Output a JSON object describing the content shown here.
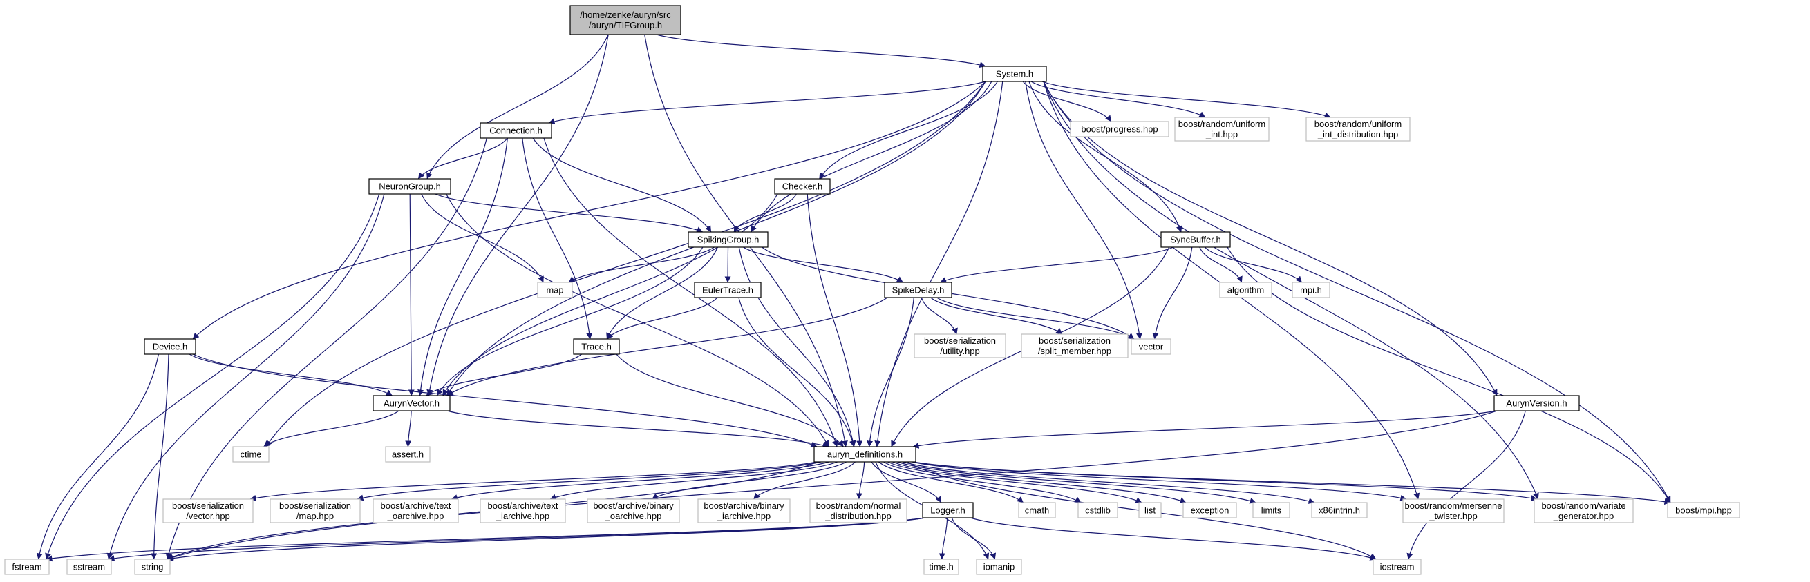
{
  "graph": {
    "colors": {
      "edge": "#191970",
      "root_fill": "#bfbfbf",
      "local_border": "#000000",
      "system_border": "#bfbfbf",
      "label": "#000000"
    },
    "nodes": [
      {
        "id": "root",
        "lines": [
          "/home/zenke/auryn/src",
          "/auryn/TIFGroup.h"
        ],
        "kind": "root"
      },
      {
        "id": "system",
        "lines": [
          "System.h"
        ],
        "kind": "local"
      },
      {
        "id": "connection",
        "lines": [
          "Connection.h"
        ],
        "kind": "local"
      },
      {
        "id": "neurongroup",
        "lines": [
          "NeuronGroup.h"
        ],
        "kind": "local"
      },
      {
        "id": "checker",
        "lines": [
          "Checker.h"
        ],
        "kind": "local"
      },
      {
        "id": "spikinggroup",
        "lines": [
          "SpikingGroup.h"
        ],
        "kind": "local"
      },
      {
        "id": "eulertrace",
        "lines": [
          "EulerTrace.h"
        ],
        "kind": "local"
      },
      {
        "id": "spikedelay",
        "lines": [
          "SpikeDelay.h"
        ],
        "kind": "local"
      },
      {
        "id": "syncbuffer",
        "lines": [
          "SyncBuffer.h"
        ],
        "kind": "local"
      },
      {
        "id": "device",
        "lines": [
          "Device.h"
        ],
        "kind": "local"
      },
      {
        "id": "trace",
        "lines": [
          "Trace.h"
        ],
        "kind": "local"
      },
      {
        "id": "aurynvector",
        "lines": [
          "AurynVector.h"
        ],
        "kind": "local"
      },
      {
        "id": "aurynversion",
        "lines": [
          "AurynVersion.h"
        ],
        "kind": "local"
      },
      {
        "id": "defs",
        "lines": [
          "auryn_definitions.h"
        ],
        "kind": "local"
      },
      {
        "id": "logger",
        "lines": [
          "Logger.h"
        ],
        "kind": "local"
      },
      {
        "id": "progress",
        "lines": [
          "boost/progress.hpp"
        ],
        "kind": "system"
      },
      {
        "id": "uniform_int",
        "lines": [
          "boost/random/uniform",
          "_int.hpp"
        ],
        "kind": "system"
      },
      {
        "id": "uniform_int_dist",
        "lines": [
          "boost/random/uniform",
          "_int_distribution.hpp"
        ],
        "kind": "system"
      },
      {
        "id": "map",
        "lines": [
          "map"
        ],
        "kind": "system"
      },
      {
        "id": "algorithm",
        "lines": [
          "algorithm"
        ],
        "kind": "system"
      },
      {
        "id": "mpih",
        "lines": [
          "mpi.h"
        ],
        "kind": "system"
      },
      {
        "id": "vector",
        "lines": [
          "vector"
        ],
        "kind": "system"
      },
      {
        "id": "ser_utility",
        "lines": [
          "boost/serialization",
          "/utility.hpp"
        ],
        "kind": "system"
      },
      {
        "id": "ser_split",
        "lines": [
          "boost/serialization",
          "/split_member.hpp"
        ],
        "kind": "system"
      },
      {
        "id": "ctime",
        "lines": [
          "ctime"
        ],
        "kind": "system"
      },
      {
        "id": "asserth",
        "lines": [
          "assert.h"
        ],
        "kind": "system"
      },
      {
        "id": "ser_vector",
        "lines": [
          "boost/serialization",
          "/vector.hpp"
        ],
        "kind": "system"
      },
      {
        "id": "ser_map",
        "lines": [
          "boost/serialization",
          "/map.hpp"
        ],
        "kind": "system"
      },
      {
        "id": "text_oarchive",
        "lines": [
          "boost/archive/text",
          "_oarchive.hpp"
        ],
        "kind": "system"
      },
      {
        "id": "text_iarchive",
        "lines": [
          "boost/archive/text",
          "_iarchive.hpp"
        ],
        "kind": "system"
      },
      {
        "id": "binary_oarchive",
        "lines": [
          "boost/archive/binary",
          "_oarchive.hpp"
        ],
        "kind": "system"
      },
      {
        "id": "binary_iarchive",
        "lines": [
          "boost/archive/binary",
          "_iarchive.hpp"
        ],
        "kind": "system"
      },
      {
        "id": "normal_dist",
        "lines": [
          "boost/random/normal",
          "_distribution.hpp"
        ],
        "kind": "system"
      },
      {
        "id": "cmath",
        "lines": [
          "cmath"
        ],
        "kind": "system"
      },
      {
        "id": "cstdlib",
        "lines": [
          "cstdlib"
        ],
        "kind": "system"
      },
      {
        "id": "list",
        "lines": [
          "list"
        ],
        "kind": "system"
      },
      {
        "id": "exception",
        "lines": [
          "exception"
        ],
        "kind": "system"
      },
      {
        "id": "limits",
        "lines": [
          "limits"
        ],
        "kind": "system"
      },
      {
        "id": "x86intrin",
        "lines": [
          "x86intrin.h"
        ],
        "kind": "system"
      },
      {
        "id": "mersenne",
        "lines": [
          "boost/random/mersenne",
          "_twister.hpp"
        ],
        "kind": "system"
      },
      {
        "id": "variate",
        "lines": [
          "boost/random/variate",
          "_generator.hpp"
        ],
        "kind": "system"
      },
      {
        "id": "boost_mpi",
        "lines": [
          "boost/mpi.hpp"
        ],
        "kind": "system"
      },
      {
        "id": "fstream",
        "lines": [
          "fstream"
        ],
        "kind": "system"
      },
      {
        "id": "sstream",
        "lines": [
          "sstream"
        ],
        "kind": "system"
      },
      {
        "id": "string",
        "lines": [
          "string"
        ],
        "kind": "system"
      },
      {
        "id": "timeh",
        "lines": [
          "time.h"
        ],
        "kind": "system"
      },
      {
        "id": "iomanip",
        "lines": [
          "iomanip"
        ],
        "kind": "system"
      },
      {
        "id": "iostream",
        "lines": [
          "iostream"
        ],
        "kind": "system"
      }
    ],
    "edges": [
      [
        "root",
        "system"
      ],
      [
        "root",
        "neurongroup"
      ],
      [
        "root",
        "aurynvector"
      ],
      [
        "root",
        "defs"
      ],
      [
        "system",
        "connection"
      ],
      [
        "system",
        "device"
      ],
      [
        "system",
        "ctime"
      ],
      [
        "system",
        "aurynvector"
      ],
      [
        "system",
        "spikinggroup"
      ],
      [
        "system",
        "checker"
      ],
      [
        "system",
        "defs"
      ],
      [
        "system",
        "vector"
      ],
      [
        "system",
        "progress"
      ],
      [
        "system",
        "uniform_int"
      ],
      [
        "system",
        "uniform_int_dist"
      ],
      [
        "system",
        "syncbuffer"
      ],
      [
        "system",
        "aurynversion"
      ],
      [
        "system",
        "mersenne"
      ],
      [
        "system",
        "variate"
      ],
      [
        "system",
        "boost_mpi"
      ],
      [
        "connection",
        "neurongroup"
      ],
      [
        "connection",
        "string"
      ],
      [
        "connection",
        "aurynvector"
      ],
      [
        "connection",
        "trace"
      ],
      [
        "connection",
        "spikinggroup"
      ],
      [
        "connection",
        "defs"
      ],
      [
        "neurongroup",
        "fstream"
      ],
      [
        "neurongroup",
        "sstream"
      ],
      [
        "neurongroup",
        "map"
      ],
      [
        "neurongroup",
        "aurynvector"
      ],
      [
        "neurongroup",
        "defs"
      ],
      [
        "neurongroup",
        "spikinggroup"
      ],
      [
        "checker",
        "spikinggroup"
      ],
      [
        "checker",
        "aurynvector"
      ],
      [
        "checker",
        "defs"
      ],
      [
        "spikinggroup",
        "map"
      ],
      [
        "spikinggroup",
        "aurynvector"
      ],
      [
        "spikinggroup",
        "trace"
      ],
      [
        "spikinggroup",
        "eulertrace"
      ],
      [
        "spikinggroup",
        "spikedelay"
      ],
      [
        "spikinggroup",
        "vector"
      ],
      [
        "spikinggroup",
        "defs"
      ],
      [
        "eulertrace",
        "trace"
      ],
      [
        "eulertrace",
        "defs"
      ],
      [
        "spikedelay",
        "aurynvector"
      ],
      [
        "spikedelay",
        "defs"
      ],
      [
        "spikedelay",
        "ser_utility"
      ],
      [
        "spikedelay",
        "ser_split"
      ],
      [
        "spikedelay",
        "vector"
      ],
      [
        "syncbuffer",
        "spikedelay"
      ],
      [
        "syncbuffer",
        "algorithm"
      ],
      [
        "syncbuffer",
        "mpih"
      ],
      [
        "syncbuffer",
        "vector"
      ],
      [
        "syncbuffer",
        "defs"
      ],
      [
        "syncbuffer",
        "boost_mpi"
      ],
      [
        "device",
        "aurynvector"
      ],
      [
        "device",
        "fstream"
      ],
      [
        "device",
        "string"
      ],
      [
        "device",
        "defs"
      ],
      [
        "trace",
        "aurynvector"
      ],
      [
        "trace",
        "defs"
      ],
      [
        "aurynvector",
        "ctime"
      ],
      [
        "aurynvector",
        "asserth"
      ],
      [
        "aurynvector",
        "defs"
      ],
      [
        "aurynversion",
        "defs"
      ],
      [
        "aurynversion",
        "string"
      ],
      [
        "aurynversion",
        "iostream"
      ],
      [
        "defs",
        "ser_vector"
      ],
      [
        "defs",
        "ser_map"
      ],
      [
        "defs",
        "text_oarchive"
      ],
      [
        "defs",
        "text_iarchive"
      ],
      [
        "defs",
        "binary_oarchive"
      ],
      [
        "defs",
        "binary_iarchive"
      ],
      [
        "defs",
        "normal_dist"
      ],
      [
        "defs",
        "logger"
      ],
      [
        "defs",
        "cmath"
      ],
      [
        "defs",
        "cstdlib"
      ],
      [
        "defs",
        "list"
      ],
      [
        "defs",
        "exception"
      ],
      [
        "defs",
        "limits"
      ],
      [
        "defs",
        "x86intrin"
      ],
      [
        "defs",
        "mersenne"
      ],
      [
        "defs",
        "variate"
      ],
      [
        "defs",
        "boost_mpi"
      ],
      [
        "defs",
        "string"
      ],
      [
        "defs",
        "iomanip"
      ],
      [
        "defs",
        "iostream"
      ],
      [
        "logger",
        "fstream"
      ],
      [
        "logger",
        "sstream"
      ],
      [
        "logger",
        "string"
      ],
      [
        "logger",
        "timeh"
      ],
      [
        "logger",
        "iomanip"
      ],
      [
        "logger",
        "iostream"
      ]
    ]
  }
}
